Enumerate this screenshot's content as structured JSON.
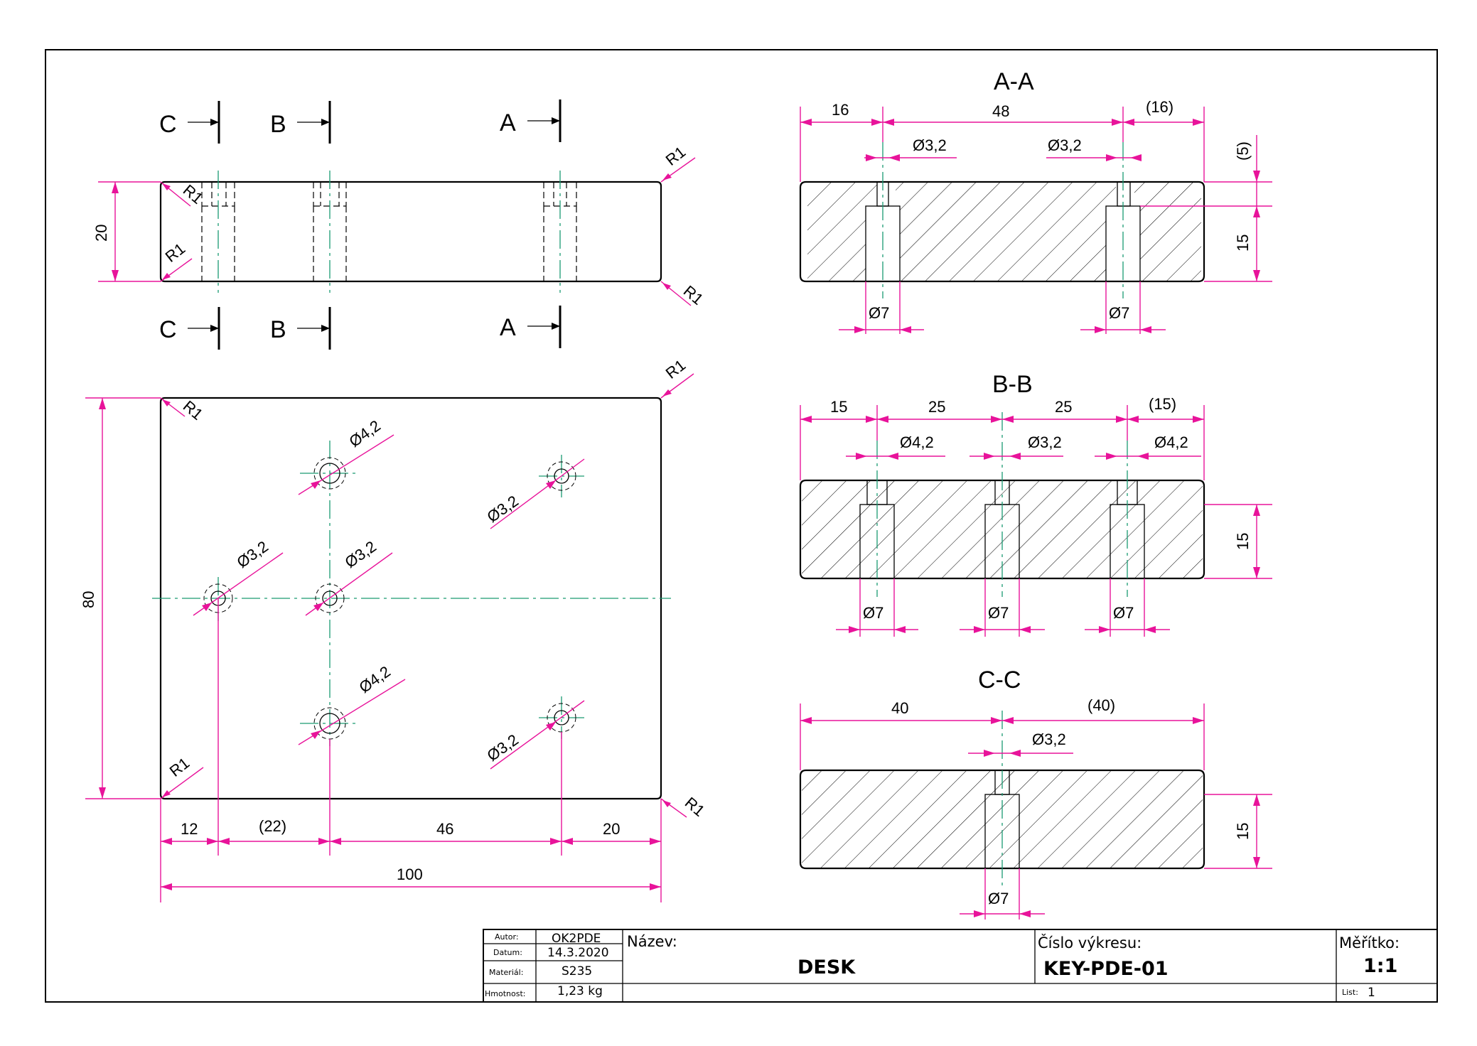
{
  "views": {
    "section_marks": {
      "a": "A",
      "b": "B",
      "c": "C"
    },
    "top_view": {
      "height": "20",
      "radius": "R1"
    },
    "plan_view": {
      "height": "80",
      "radius": "R1",
      "hole_small": "Ø3,2",
      "hole_large": "Ø4,2",
      "dim_12": "12",
      "dim_22": "(22)",
      "dim_46": "46",
      "dim_20": "20",
      "dim_100": "100"
    },
    "section_aa": {
      "title": "A-A",
      "dim_16": "16",
      "dim_48": "48",
      "dim_16r": "(16)",
      "dim_5": "(5)",
      "dim_15": "15",
      "hole_small": "Ø3,2",
      "counterbore": "Ø7"
    },
    "section_bb": {
      "title": "B-B",
      "dim_15": "15",
      "dim_25a": "25",
      "dim_25b": "25",
      "dim_15r": "(15)",
      "hole_left": "Ø4,2",
      "hole_mid": "Ø3,2",
      "hole_right": "Ø4,2",
      "depth": "15",
      "counterbore": "Ø7"
    },
    "section_cc": {
      "title": "C-C",
      "dim_40": "40",
      "dim_40r": "(40)",
      "hole_small": "Ø3,2",
      "depth": "15",
      "counterbore": "Ø7"
    }
  },
  "title_block": {
    "author_label": "Autor:",
    "author": "OK2PDE",
    "date_label": "Datum:",
    "date": "14.3.2020",
    "material_label": "Materiál:",
    "material": "S235",
    "weight_label": "Hmotnost:",
    "weight": "1,23 kg",
    "name_label": "Název:",
    "name": "DESK",
    "drawing_no_label": "Číslo výkresu:",
    "drawing_no": "KEY-PDE-01",
    "scale_label": "Měřítko:",
    "scale": "1:1",
    "sheet_label": "List:",
    "sheet": "1"
  },
  "colors": {
    "dimension": "#e8139a",
    "centerline": "#1a9a72",
    "outline": "#000000"
  }
}
